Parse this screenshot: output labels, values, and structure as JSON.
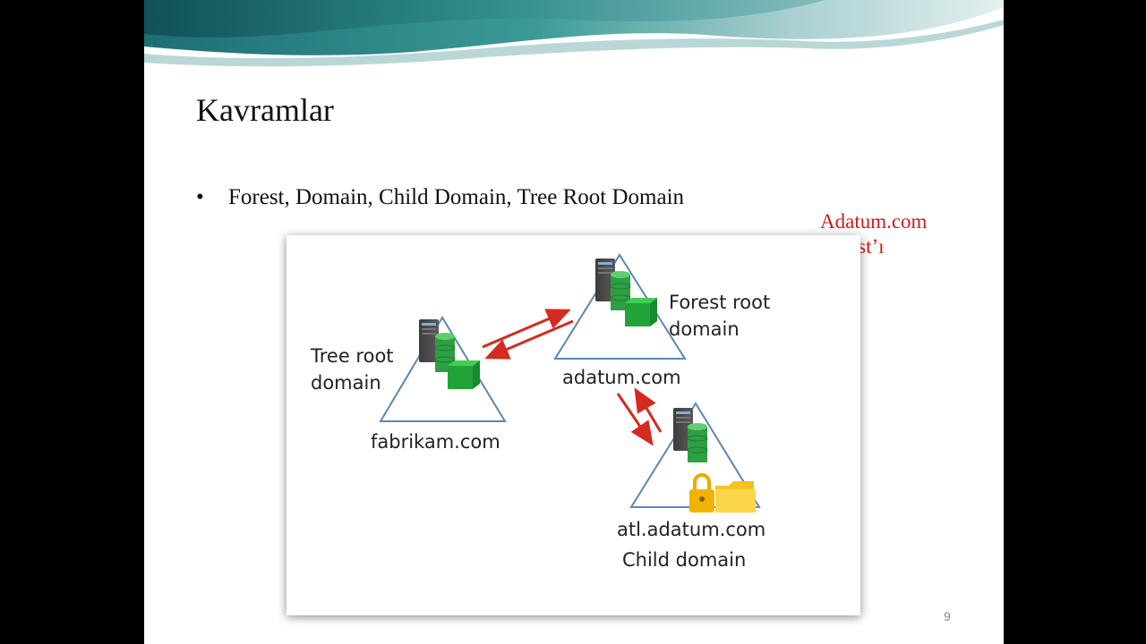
{
  "slide": {
    "title": "Kavramlar",
    "bullets": [
      "Forest, Domain, Child Domain, Tree Root Domain"
    ],
    "annotation": [
      "Adatum.com",
      "Forest’ı"
    ],
    "page_number": "9"
  },
  "diagram": {
    "forest_root": {
      "name": "adatum.com",
      "role_line1": "Forest root",
      "role_line2": "domain"
    },
    "tree_root": {
      "name": "fabrikam.com",
      "role_line1": "Tree root",
      "role_line2": "domain"
    },
    "child": {
      "name": "atl.adatum.com",
      "role": "Child domain"
    }
  },
  "colors": {
    "annotation": "#d11a1a",
    "arrow": "#d42a1f",
    "triangle": "#5b86b5",
    "database": "#2ea043",
    "folder": "#f0b400"
  }
}
